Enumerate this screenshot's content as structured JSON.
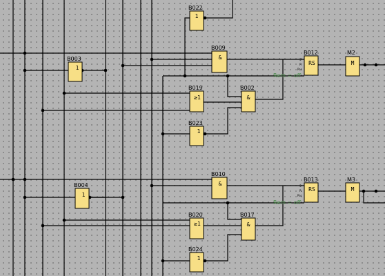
{
  "blocks": {
    "b022": {
      "label": "B022",
      "symbol": "1"
    },
    "b003": {
      "label": "B003",
      "symbol": "1"
    },
    "b009": {
      "label": "B009",
      "symbol": "&"
    },
    "b012": {
      "label": "B012",
      "symbol": "RS",
      "pins": [
        "S",
        "R",
        "Par"
      ]
    },
    "m2": {
      "label": "M2",
      "symbol": "M"
    },
    "b019": {
      "label": "B019",
      "symbol": "≥1"
    },
    "b002": {
      "label": "B002",
      "symbol": "&"
    },
    "b023": {
      "label": "B023",
      "symbol": "1"
    },
    "b010": {
      "label": "B010",
      "symbol": "&"
    },
    "b004": {
      "label": "B004",
      "symbol": "1"
    },
    "b013": {
      "label": "B013",
      "symbol": "RS",
      "pins": [
        "S",
        "R",
        "Par"
      ]
    },
    "m3": {
      "label": "M3",
      "symbol": "M"
    },
    "b020": {
      "label": "B020",
      "symbol": "≥1"
    },
    "b017": {
      "label": "B017",
      "symbol": "&"
    },
    "b024": {
      "label": "B024",
      "symbol": "1"
    }
  },
  "comments": {
    "c1": "Rem = off",
    "c2": "Rem = off"
  },
  "colors": {
    "block_fill": "#f7df86",
    "background": "#b4b4b4",
    "wire": "#000000",
    "comment": "#4a8a4a"
  }
}
